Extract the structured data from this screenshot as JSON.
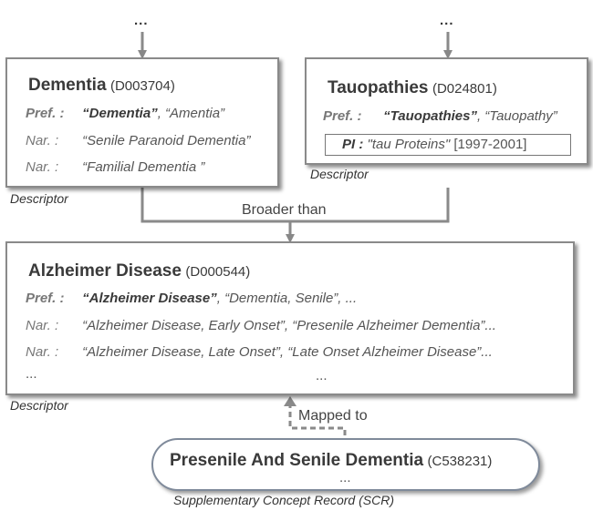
{
  "top_dots_left": "...",
  "top_dots_right": "...",
  "dementia": {
    "name": "Dementia",
    "code": "(D003704)",
    "pref_label": "Pref. :",
    "pref_bold": "“Dementia”",
    "pref_rest": ", “Amentia”",
    "nar1_label": "Nar. :",
    "nar1": "“Senile Paranoid Dementia”",
    "nar2_label": "Nar. :",
    "nar2": "“Familial Dementia ”",
    "caption": "Descriptor"
  },
  "tauopathies": {
    "name": "Tauopathies",
    "code": "(D024801)",
    "pref_label": "Pref. :",
    "pref_bold": "“Tauopathies”",
    "pref_rest": ", “Tauopathy”",
    "pi_label": "PI :",
    "pi_value": "\"tau Proteins\"",
    "pi_years": " [1997-2001]",
    "caption": "Descriptor"
  },
  "broader_than": "Broader than",
  "alzheimer": {
    "name": "Alzheimer Disease",
    "code": "(D000544)",
    "pref_label": "Pref. :",
    "pref_bold": "“Alzheimer Disease”",
    "pref_rest": ", “Dementia, Senile”, ...",
    "nar1_label": "Nar. :",
    "nar1": "“Alzheimer Disease, Early Onset”, “Presenile Alzheimer Dementia”...",
    "nar2_label": "Nar. :",
    "nar2": "“Alzheimer Disease, Late Onset”, “Late Onset Alzheimer Disease”...",
    "more_left": "...",
    "more_center": "...",
    "caption": "Descriptor"
  },
  "mapped_to": "Mapped to",
  "scr": {
    "name": "Presenile And Senile Dementia",
    "code": "(C538231)",
    "more": "...",
    "caption": "Supplementary Concept Record (SCR)"
  }
}
